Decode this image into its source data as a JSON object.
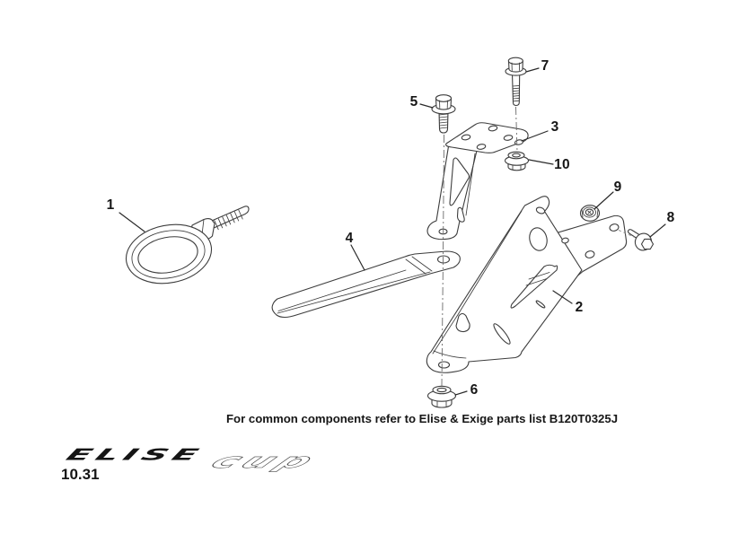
{
  "diagram": {
    "footnote": "For common components refer to Elise & Exige parts list B120T0325J",
    "callouts": [
      {
        "num": "1",
        "part": "towing-eye"
      },
      {
        "num": "2",
        "part": "main-support-bracket"
      },
      {
        "num": "3",
        "part": "upper-l-bracket"
      },
      {
        "num": "4",
        "part": "retaining-strap"
      },
      {
        "num": "5",
        "part": "flanged-bolt-short"
      },
      {
        "num": "6",
        "part": "flange-nut-lower"
      },
      {
        "num": "7",
        "part": "flanged-bolt-long"
      },
      {
        "num": "8",
        "part": "flanged-bolt-small"
      },
      {
        "num": "9",
        "part": "flange-nut-upper"
      },
      {
        "num": "10",
        "part": "flange-nut-mid"
      }
    ]
  },
  "footer": {
    "brand_primary": "ELISE",
    "brand_secondary": "cup",
    "page_number": "10.31"
  },
  "colors": {
    "line": "#3d3d3d",
    "text": "#161616",
    "background": "#ffffff"
  }
}
